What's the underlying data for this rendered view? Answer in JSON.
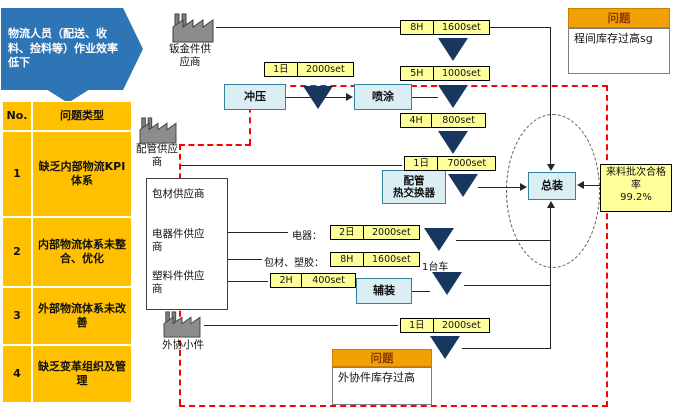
{
  "colors": {
    "accent_blue": "#2E75B6",
    "table_orange": "#FFC000",
    "process_fill": "#DBEEF4",
    "kanban_yellow": "#FFFF99",
    "inventory_navy": "#17375E",
    "problem_orange": "#F2A104",
    "boundary_red": "#FF0000"
  },
  "callout": {
    "text": "物流人员（配送、收料、捡料等）作业效率低下"
  },
  "table": {
    "header_no": "No.",
    "header_type": "问题类型",
    "rows": [
      {
        "no": "1",
        "type": "缺乏内部物流KPI体系"
      },
      {
        "no": "2",
        "type": "内部物流体系未整合、优化"
      },
      {
        "no": "3",
        "type": "外部物流体系未改善"
      },
      {
        "no": "4",
        "type": "缺乏变革组织及管理"
      }
    ]
  },
  "suppliers": {
    "sheet_metal": "钣金件供应商",
    "piping": "配管供应商",
    "packaging": "包材供应商",
    "electrical": "电器件供应商",
    "plastic": "塑料件供应商",
    "outsourced": "外协小件"
  },
  "processes": {
    "stamping": "冲压",
    "painting": "喷涂",
    "heat_exchanger_line1": "配管",
    "heat_exchanger_line2": "热交换器",
    "aux_assembly": "辅装",
    "final_assembly": "总装"
  },
  "kanban": [
    {
      "time": "8H",
      "qty": "1600set"
    },
    {
      "time": "1日",
      "qty": "2000set"
    },
    {
      "time": "5H",
      "qty": "1000set"
    },
    {
      "time": "4H",
      "qty": "800set"
    },
    {
      "time": "1日",
      "qty": "7000set"
    },
    {
      "time": "2日",
      "qty": "2000set"
    },
    {
      "time": "8H",
      "qty": "1600set"
    },
    {
      "time": "2H",
      "qty": "400set"
    },
    {
      "time": "1日",
      "qty": "2000set"
    }
  ],
  "labels": {
    "electrical_prefix": "电器：",
    "packaging_plastic_prefix": "包材、塑胶：",
    "one_cart": "1台车"
  },
  "quality": {
    "title": "来料批次合格率",
    "value": "99.2%"
  },
  "problem_top": {
    "title": "问题",
    "body": "程间库存过高sg"
  },
  "problem_bottom": {
    "title": "问题",
    "body": "外协件库存过高"
  }
}
